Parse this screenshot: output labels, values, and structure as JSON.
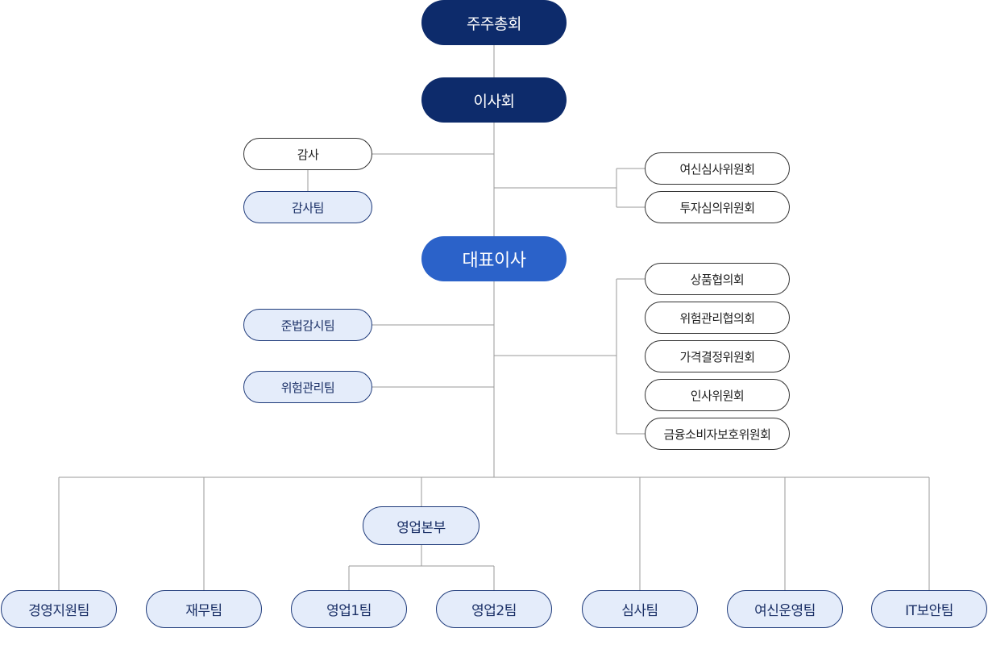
{
  "org": {
    "shareholders": "주주총회",
    "board": "이사회",
    "auditor": "감사",
    "audit_team": "감사팀",
    "board_committees": [
      "여신심사위원회",
      "투자심의위원회"
    ],
    "ceo": "대표이사",
    "compliance_team": "준법감시팀",
    "risk_team": "위험관리팀",
    "ceo_committees": [
      "상품협의회",
      "위험관리협의회",
      "가격결정위원회",
      "인사위원회",
      "금융소비자보호위원회"
    ],
    "sales_hq": "영업본부",
    "teams": [
      "경영지원팀",
      "재무팀",
      "영업1팀",
      "영업2팀",
      "심사팀",
      "여신운영팀",
      "IT보안팀"
    ]
  },
  "colors": {
    "navy": "#0d2b6b",
    "blue": "#2b62c9",
    "light_fill": "#e4ecfa",
    "line": "#9a9a9a"
  }
}
